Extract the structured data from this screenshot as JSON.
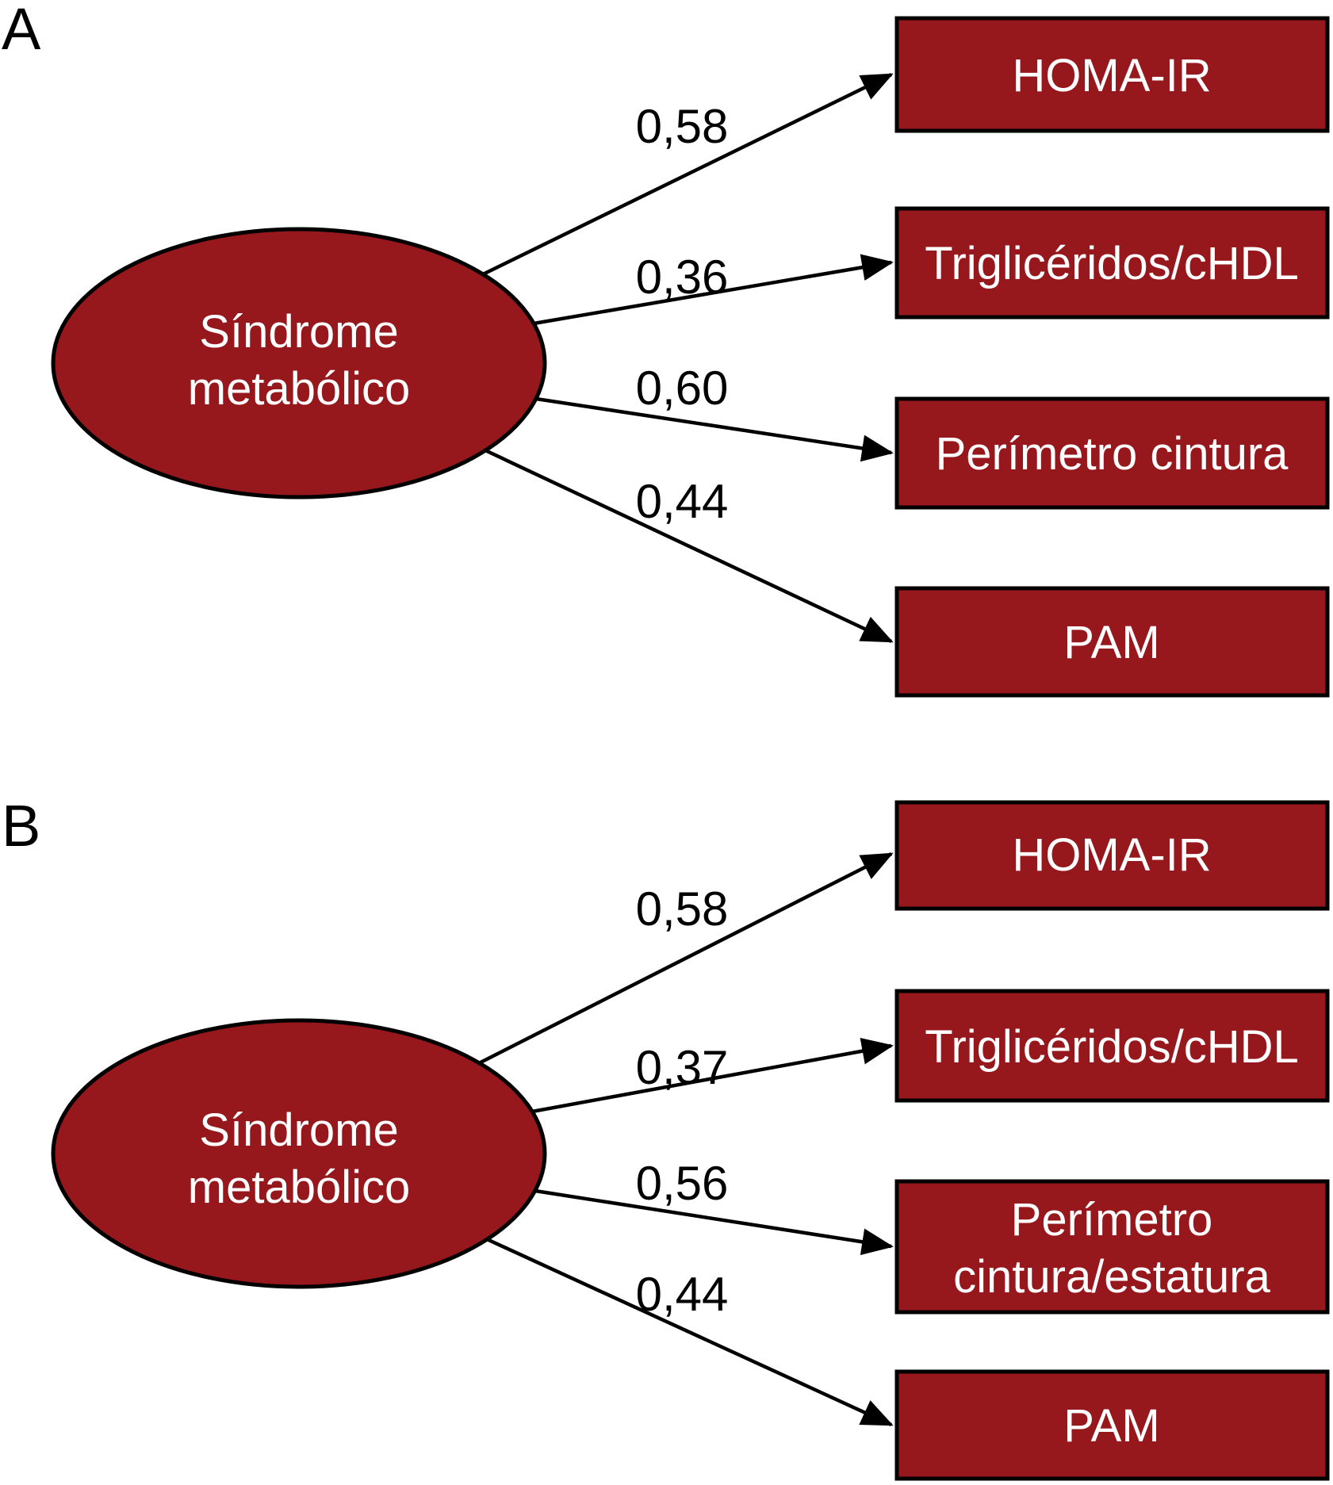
{
  "figure": {
    "type": "sem-path-diagram",
    "colors": {
      "node_fill": "#96171C",
      "node_border": "#000000",
      "node_text": "#FFFFFF",
      "coefficient_text": "#000000",
      "arrow": "#000000",
      "background": "#FFFFFF"
    },
    "panel_a": {
      "label": "A",
      "latent": {
        "line1": "Síndrome",
        "line2": "metabólico"
      },
      "indicators": [
        {
          "label": "HOMA-IR"
        },
        {
          "label": "Triglicéridos/cHDL"
        },
        {
          "label": "Perímetro cintura"
        },
        {
          "label": "PAM"
        }
      ],
      "loadings": [
        "0,58",
        "0,36",
        "0,60",
        "0,44"
      ]
    },
    "panel_b": {
      "label": "B",
      "latent": {
        "line1": "Síndrome",
        "line2": "metabólico"
      },
      "indicators": [
        {
          "label": "HOMA-IR"
        },
        {
          "label": "Triglicéridos/cHDL"
        },
        {
          "label": "Perímetro cintura/estatura",
          "line1": "Perímetro",
          "line2": "cintura/estatura"
        },
        {
          "label": "PAM"
        }
      ],
      "loadings": [
        "0,58",
        "0,37",
        "0,56",
        "0,44"
      ]
    }
  }
}
